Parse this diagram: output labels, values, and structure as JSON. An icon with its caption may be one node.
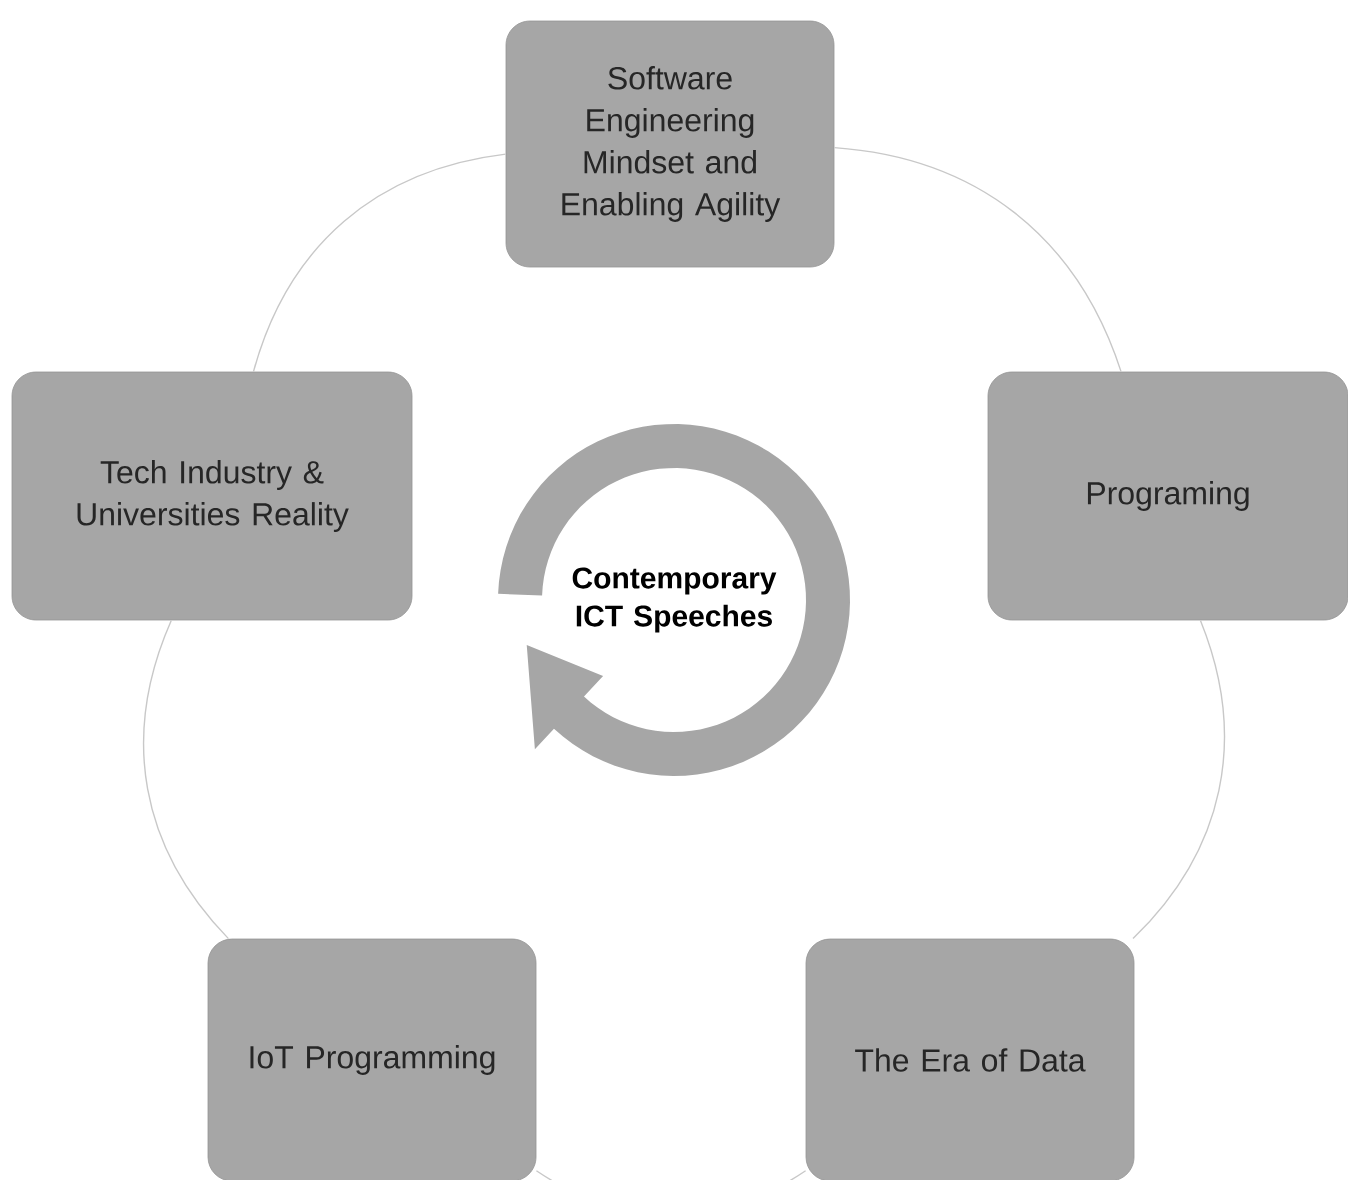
{
  "diagram": {
    "nodes": [
      {
        "text": [
          "Contemporary ICT Speeches"
        ]
      },
      {
        "text": [
          "Software Engineering Mindset and Enabling Agility"
        ]
      },
      {
        "text": [
          "Programing"
        ]
      },
      {
        "text": [
          "The Era of Data"
        ]
      },
      {
        "text": [
          "IoT Programming"
        ]
      },
      {
        "text": [
          "Tech Industry & Universities Reality"
        ]
      }
    ],
    "edges": [
      {
        "from": 1,
        "to": 2,
        "arrow": "none"
      },
      {
        "from": 2,
        "to": 3,
        "arrow": "none"
      },
      {
        "from": 3,
        "to": 4,
        "arrow": "none"
      },
      {
        "from": 4,
        "to": 5,
        "arrow": "none"
      },
      {
        "from": 5,
        "to": 1,
        "arrow": "none"
      }
    ]
  }
}
